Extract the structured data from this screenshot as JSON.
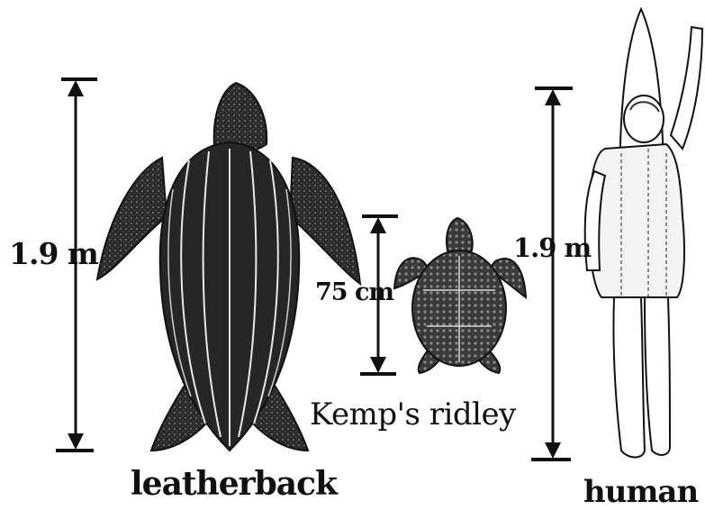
{
  "figure": {
    "labels": {
      "leatherback_height": "1.9 m",
      "ridley_length": "75 cm",
      "human_height": "1.9 m",
      "kemps_ridley": "Kemp's ridley",
      "leatherback": "leatherback",
      "human": "human"
    },
    "colors": {
      "ink": "#111111",
      "shell": "#2a2a2a",
      "ridge": "#e8e8e8",
      "background": "#ffffff"
    }
  }
}
